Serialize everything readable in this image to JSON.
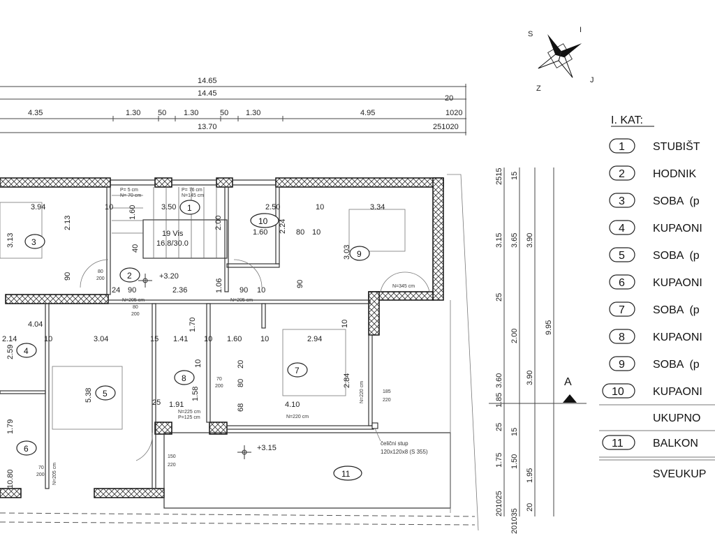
{
  "top_dims": {
    "total_outer": "14.65",
    "total_inner": "14.45",
    "end_a": "20",
    "chain": [
      "4.35",
      "1.30",
      "50",
      "1.30",
      "50",
      "1.30",
      "4.95",
      "1020"
    ],
    "total_wall": "13.70",
    "end_b": "251020"
  },
  "compass": {
    "n": "S",
    "e": "I",
    "s": "J",
    "w": "Z"
  },
  "section_marker": "A",
  "legend": {
    "title": "I. KAT:",
    "items": [
      {
        "num": "1",
        "label": "STUBIŠT"
      },
      {
        "num": "2",
        "label": "HODNIK"
      },
      {
        "num": "3",
        "label": "SOBA  (p"
      },
      {
        "num": "4",
        "label": "KUPAONI"
      },
      {
        "num": "5",
        "label": "SOBA  (p"
      },
      {
        "num": "6",
        "label": "KUPAONI"
      },
      {
        "num": "7",
        "label": "SOBA  (p"
      },
      {
        "num": "8",
        "label": "KUPAONI"
      },
      {
        "num": "9",
        "label": "SOBA  (p"
      },
      {
        "num": "10",
        "label": "KUPAONI"
      }
    ],
    "subtotal": "UKUPNO",
    "balcony": {
      "num": "11",
      "label": "BALKON"
    },
    "total": "SVEUKUP"
  },
  "rooms": [
    "1",
    "2",
    "3",
    "4",
    "5",
    "6",
    "7",
    "8",
    "9",
    "10",
    "11"
  ],
  "plan": {
    "dims": [
      "3.94",
      "2.13",
      "3.13",
      "10",
      "3.50",
      "1.60",
      "2.00",
      "40",
      "+3.20",
      "2.36",
      "90",
      "24",
      "1.06",
      "90",
      "2.50",
      "10",
      "1.60",
      "2.24",
      "80",
      "10",
      "3.03",
      "3.34",
      "90",
      "90",
      "10",
      "4.04",
      "2.14",
      "10",
      "3.04",
      "15",
      "1.41",
      "1.70",
      "10",
      "1.60",
      "10",
      "2.94",
      "10",
      "2.59",
      "5.38",
      "1.79",
      "10.80",
      "1.91",
      "25",
      "1.58",
      "10",
      "4.10",
      "2.84",
      "80",
      "20",
      "68",
      "+3.15"
    ],
    "stairs": [
      "19 Vis",
      "16.8/30.0"
    ],
    "notes": [
      "N=205 cm",
      "N=205 cm",
      "N=220 cm",
      "N=345 cm",
      "N=225 cm",
      "P=125 cm",
      "P= 5 cm",
      "N= 70 cm",
      "P= 76 cm",
      "N=145 cm",
      "N=220 cm",
      "N=205 cm"
    ],
    "doors": [
      "80",
      "200",
      "80",
      "200",
      "70",
      "200",
      "70",
      "200",
      "150",
      "220",
      "185",
      "220"
    ],
    "column_note": [
      "čelični stup",
      "120x120x8 (S 355)"
    ]
  },
  "right_dims": {
    "col1": [
      "2515",
      "3.15",
      "25",
      "3.60",
      "1.85",
      "25",
      "1.75",
      "201025"
    ],
    "col2": [
      "15",
      "3.65",
      "2.00",
      "15",
      "1.50",
      "201035"
    ],
    "col3": [
      "3.90",
      "3.90",
      "1.95",
      "20"
    ],
    "col4": [
      "9.95"
    ]
  }
}
